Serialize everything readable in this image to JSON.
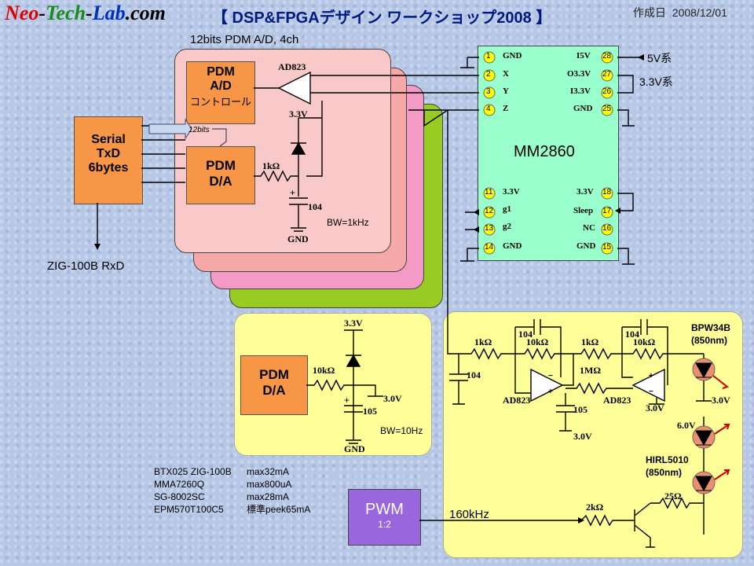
{
  "header": {
    "logo_parts": [
      "Neo",
      "-",
      "Tech",
      "-",
      "Lab",
      ".com"
    ],
    "title": "【 DSP&FPGAデザイン ワークショップ2008 】",
    "date_label": "作成日",
    "date_value": "2008/12/01"
  },
  "adc_block": {
    "caption": "12bits PDM A/D, 4ch",
    "pdm_ad_line1": "PDM",
    "pdm_ad_line2": "A/D",
    "pdm_ad_line3": "コントロール",
    "pdm_da_line1": "PDM",
    "pdm_da_line2": "D/A",
    "opamp_label": "AD823",
    "bus_label": "12bits",
    "vref": "3.3V",
    "resistor": "1kΩ",
    "capacitor": "104",
    "ground": "GND",
    "bandwidth": "BW=1kHz",
    "cap_polarity": "+"
  },
  "serial_block": {
    "line1": "Serial",
    "line2": "TxD",
    "line3": "6bytes",
    "output": "ZIG-100B RxD"
  },
  "sensor": {
    "name": "MM2860",
    "pins_left": [
      {
        "num": "1",
        "label": "GND"
      },
      {
        "num": "2",
        "label": "X"
      },
      {
        "num": "3",
        "label": "Y"
      },
      {
        "num": "4",
        "label": "Z"
      },
      {
        "num": "11",
        "label": "3.3V"
      },
      {
        "num": "12",
        "label": "g1"
      },
      {
        "num": "13",
        "label": "g2"
      },
      {
        "num": "14",
        "label": "GND"
      }
    ],
    "pins_right": [
      {
        "num": "28",
        "label": "I5V"
      },
      {
        "num": "27",
        "label": "O3.3V"
      },
      {
        "num": "26",
        "label": "I3.3V"
      },
      {
        "num": "25",
        "label": "GND"
      },
      {
        "num": "18",
        "label": "3.3V"
      },
      {
        "num": "17",
        "label": "Sleep"
      },
      {
        "num": "16",
        "label": "NC"
      },
      {
        "num": "15",
        "label": "GND"
      }
    ],
    "supply_5v": "5V系",
    "supply_33v": "3.3V系"
  },
  "dac_block": {
    "line1": "PDM",
    "line2": "D/A",
    "vref": "3.3V",
    "resistor": "10kΩ",
    "bias": "3.0V",
    "capacitor": "105",
    "ground": "GND",
    "bandwidth": "BW=10Hz",
    "cap_polarity": "+"
  },
  "optical_block": {
    "r1": "1kΩ",
    "r2": "10kΩ",
    "r3": "1kΩ",
    "r4": "10kΩ",
    "r5": "1MΩ",
    "c_input": "104",
    "c_fb1": "104",
    "c_fb2": "104",
    "c_bias": "105",
    "opamp1": "AD823",
    "opamp2": "AD823",
    "bias1": "3.0V",
    "bias2": "3.0V",
    "bias3": "3.0V",
    "photodiode": "BPW34B",
    "photodiode_wl": "(850nm)",
    "led_supply": "6.0V",
    "led": "HIRL5010",
    "led_wl": "(850nm)",
    "r_base": "2kΩ",
    "r_led": "25Ω",
    "plus": "+",
    "minus": "−"
  },
  "pwm": {
    "label": "PWM",
    "ratio": "1:2",
    "freq": "160kHz"
  },
  "power": [
    {
      "part": "BTX025 ZIG-100B",
      "current": "max32mA"
    },
    {
      "part": "MMA7260Q",
      "current": "max800uA"
    },
    {
      "part": "SG-8002SC",
      "current": "max28mA"
    },
    {
      "part": "EPM570T100C5",
      "current": "標準peek65mA"
    }
  ],
  "colors": {
    "adc_board": "#f9c8c8",
    "board2": "#f7a8a8",
    "board3": "#f49ac6",
    "board4": "#99cc22",
    "yellow_area": "#ffff99",
    "sensor": "#99ffcc",
    "block": "#f79646",
    "pwm": "#9966dd"
  }
}
